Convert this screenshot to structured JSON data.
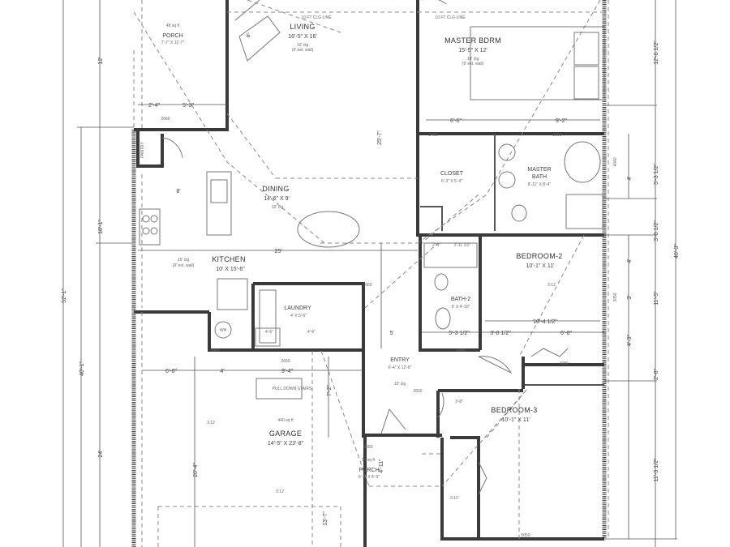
{
  "rooms": {
    "porch_rear": {
      "name": "PORCH",
      "area": "48 sq ft",
      "size": "7'-7\" X 11'-7\""
    },
    "living": {
      "name": "LIVING",
      "size": "16'-5\" X 16'",
      "ceiling": "10' clg",
      "wall": "(9' ext. wall)",
      "clg_line": "10 FT CLG LINE"
    },
    "master": {
      "name": "MASTER BDRM",
      "size": "15'-5\" X 12'",
      "ceiling": "10' clg",
      "wall": "(9' ext. wall)",
      "clg_line": "10 FT CLG LINE"
    },
    "dining": {
      "name": "DINING",
      "size": "14'-6\" X 9'",
      "ceiling": "10' clg"
    },
    "kitchen": {
      "name": "KITCHEN",
      "size": "10' X 15'-6\"",
      "ceiling": "10' clg",
      "wall": "(9' ext. wall)"
    },
    "pantry": {
      "name": "PANTRY"
    },
    "closet": {
      "name": "CLOSET",
      "size": "6'-3\" X 5'-4\""
    },
    "master_bath": {
      "name": "MASTER",
      "name2": "BATH",
      "size": "8'-11\" X 8'-4\""
    },
    "bedroom2": {
      "name": "BEDROOM-2",
      "size": "10'-1\" X 11'"
    },
    "bath2": {
      "name": "BATH-2",
      "size": "5' X 4'-10\""
    },
    "laundry": {
      "name": "LAUNDRY",
      "size": "4' X 5'-6\""
    },
    "entry": {
      "name": "ENTRY",
      "size": "6'-4\" X 12'-8\"",
      "ceiling": "10' clg"
    },
    "garage": {
      "name": "GARAGE",
      "size": "14'-5\" X 23'-8\"",
      "area": "440 sq ft",
      "stairs": "PULL DOWN STAIRS"
    },
    "bedroom3": {
      "name": "BEDROOM-3",
      "size": "10'-1\" X 11'"
    },
    "porch_front": {
      "name": "PORCH",
      "area": "34 sq ft",
      "size": "6'-3\" X 4'-5\"",
      "door": "3060"
    },
    "water_heater": {
      "name": "WH"
    }
  },
  "dimensions": {
    "left": {
      "d1": "12'",
      "d2": "18'-1\"",
      "d3": "24'",
      "d4": "40'-1\"",
      "total": "52'-1\""
    },
    "right": {
      "d1": "12'-6 1/2\"",
      "d2": "5'-3 1/2\"",
      "d3": "3'-3 1/2\"",
      "d4": "11'-5\"",
      "d5": "2'-8\"",
      "d6": "11'-3 1/2\"",
      "total": "46'-3\"",
      "w1": "4'",
      "w2": "4'",
      "w3": "3'",
      "w4": "4'-3\"",
      "win1": "4040",
      "win2": "3050"
    },
    "interior": {
      "porch_a": "2'-4\"",
      "porch_b": "5'-3\"",
      "door_porch": "2660",
      "master_a": "6'-6\"",
      "master_b": "9'-2\"",
      "door_closet": "2460",
      "door_mbath": "2660",
      "kitchen_8": "8'",
      "dining_25": "25'",
      "living_25": "25'-7\"",
      "fp_6": "6'",
      "br2_total": "10'-4 1/2\"",
      "br2_a": "5'-3 1/2\"",
      "br2_b": "3'-8 1/2\"",
      "br2_c": "6'-8\"",
      "bath2_a": "2'-4\"",
      "bath2_b": "2'-11 1/2\"",
      "door_bath2": "2460",
      "door_entry": "2660",
      "door_closet3": "3'-8\"",
      "laundry_a": "4'-6\"",
      "laundry_b": "4'-6\"",
      "hall_5": "5'",
      "door_laundry": "3660",
      "gar_a": "6'-8\"",
      "gar_b": "4'",
      "gar_c": "9'-4\"",
      "door_gar": "2660",
      "door_wh": "2660",
      "gar_h1": "20'-4\"",
      "gar_h2": "13'-7\"",
      "gar_h3": "7'-2\"",
      "porch_h": "4'-11\"",
      "closet_door": "4080",
      "win_br3": "5050",
      "slope": "3:12"
    }
  }
}
